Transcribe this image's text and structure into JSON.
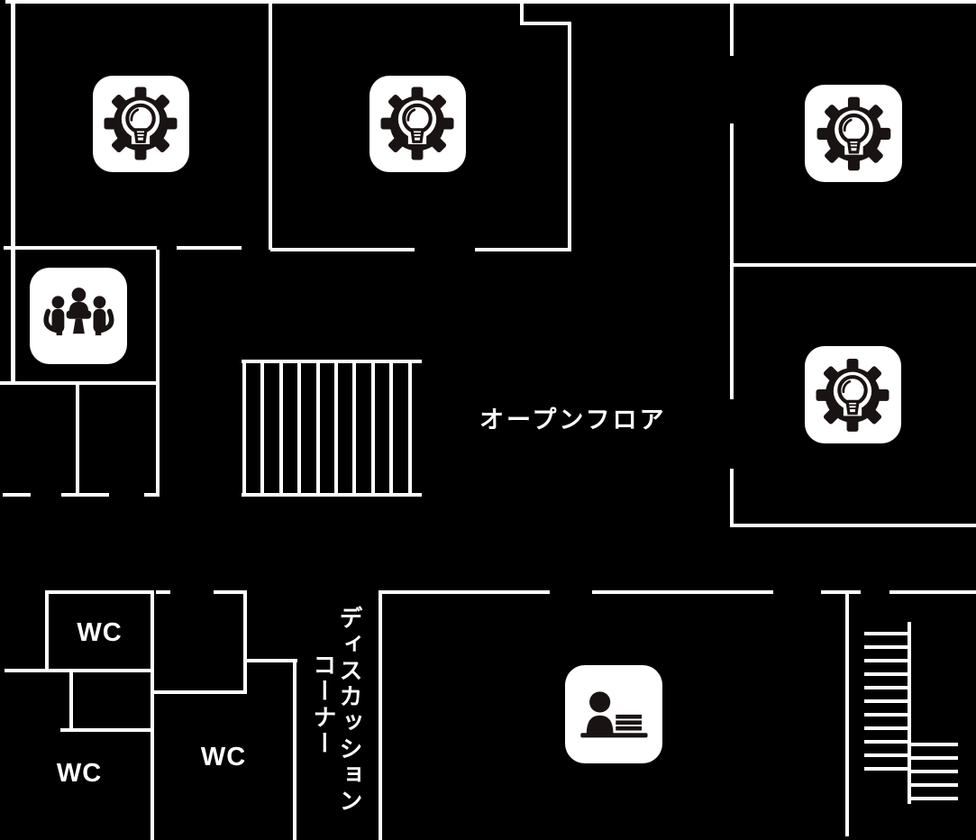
{
  "labels": {
    "open_floor": "オープンフロア",
    "discussion_corner_line1": "ディスカッション",
    "discussion_corner_line2": "コーナー",
    "wc": [
      "WC",
      "WC",
      "WC"
    ]
  },
  "icons": {
    "idea_room": "gear-lightbulb-icon",
    "meeting_room": "meeting-table-icon",
    "reception": "reception-desk-icon"
  },
  "colors": {
    "background": "#000000",
    "wall": "#ffffff",
    "icon_background": "#ffffff",
    "icon_glyph": "#1a1313",
    "text": "#ffffff"
  }
}
